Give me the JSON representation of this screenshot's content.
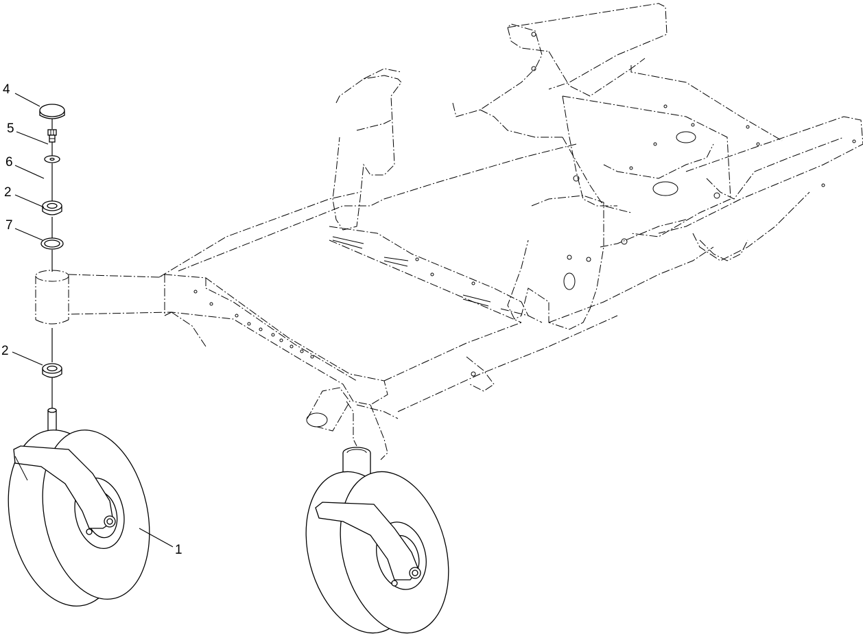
{
  "callouts": [
    {
      "id": "c4",
      "label": "4",
      "part": "dust-cap"
    },
    {
      "id": "c5",
      "label": "5",
      "part": "bolt"
    },
    {
      "id": "c6",
      "label": "6",
      "part": "washer"
    },
    {
      "id": "c2a",
      "label": "2",
      "part": "upper-bearing"
    },
    {
      "id": "c7",
      "label": "7",
      "part": "seal"
    },
    {
      "id": "c2b",
      "label": "2",
      "part": "lower-bearing"
    },
    {
      "id": "c1",
      "label": "1",
      "part": "caster-wheel-assembly"
    }
  ]
}
